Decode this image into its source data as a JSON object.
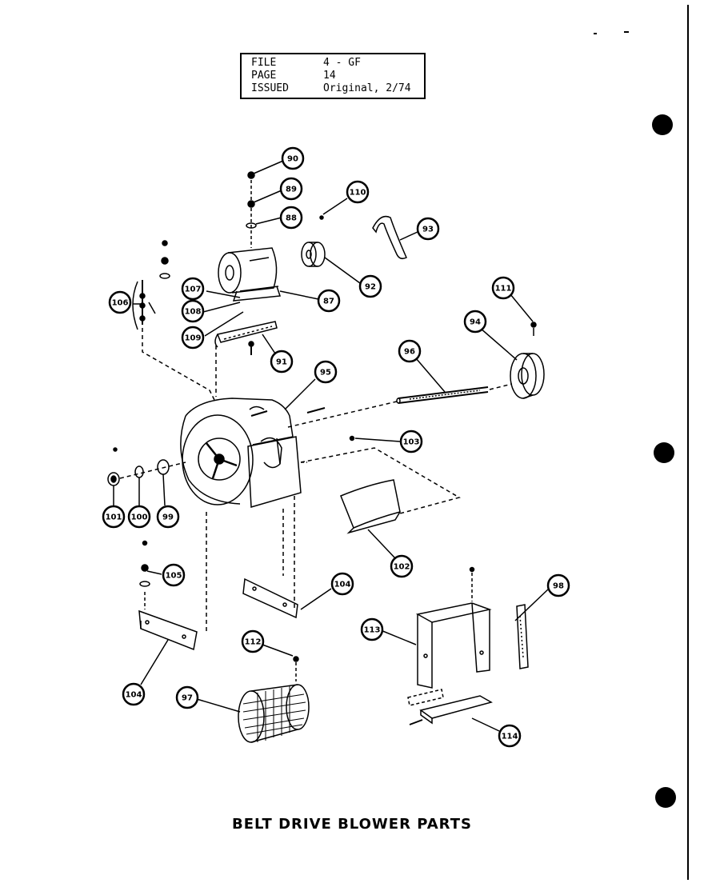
{
  "header": {
    "file_label": "FILE",
    "file_value": "4 - GF",
    "page_label": "PAGE",
    "page_value": "14",
    "issued_label": "ISSUED",
    "issued_value": "Original, 2/74"
  },
  "title": "BELT DRIVE BLOWER PARTS",
  "callouts": [
    "90",
    "89",
    "88",
    "110",
    "93",
    "106",
    "107",
    "108",
    "109",
    "87",
    "92",
    "91",
    "111",
    "94",
    "96",
    "95",
    "103",
    "101",
    "100",
    "99",
    "102",
    "105",
    "104",
    "104",
    "98",
    "113",
    "112",
    "97",
    "114"
  ],
  "colors": {
    "ink": "#000000",
    "paper": "#ffffff"
  }
}
